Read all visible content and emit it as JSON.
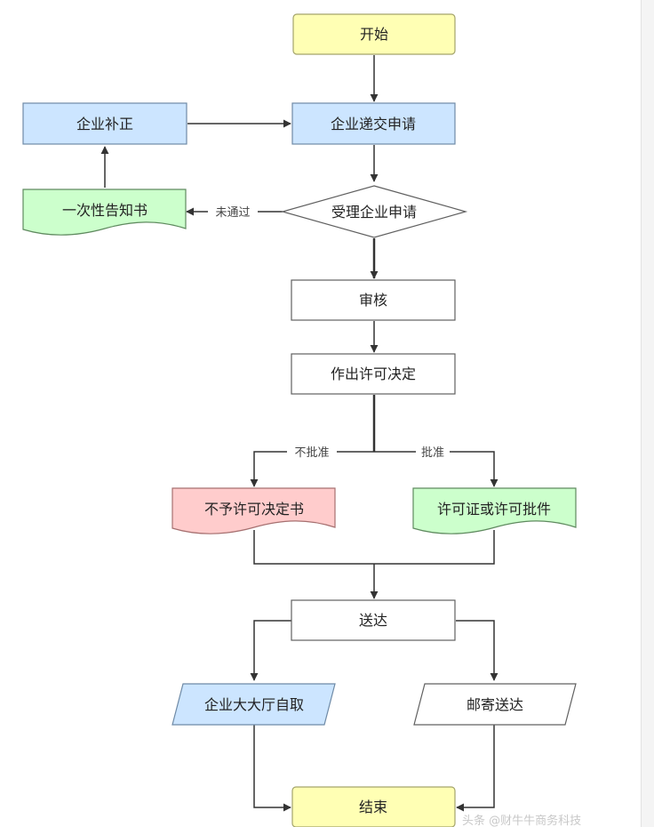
{
  "colors": {
    "start_end_fill": "#ffffb4",
    "start_end_stroke": "#a3a36a",
    "blue_fill": "#cce5ff",
    "blue_stroke": "#6e8aa6",
    "green_fill": "#ccffcc",
    "green_stroke": "#5f8a5f",
    "red_fill": "#ffcccc",
    "red_stroke": "#a67070",
    "white_fill": "#ffffff",
    "plain_stroke": "#606060",
    "connector": "#333333",
    "text": "#222222",
    "edge_label_text": "#444444"
  },
  "nodes": {
    "start": "开始",
    "submit": "企业递交申请",
    "correction": "企业补正",
    "notice": "一次性告知书",
    "accept": "受理企业申请",
    "review": "审核",
    "decision": "作出许可决定",
    "refusal": "不予许可决定书",
    "permit": "许可证或许可批件",
    "deliver": "送达",
    "self_pickup": "企业大大厅自取",
    "mail": "邮寄送达",
    "end": "结束"
  },
  "edge_labels": {
    "not_passed": "未通过",
    "not_approved": "不批准",
    "approved": "批准"
  },
  "watermark": "头条 @财牛牛商务科技"
}
